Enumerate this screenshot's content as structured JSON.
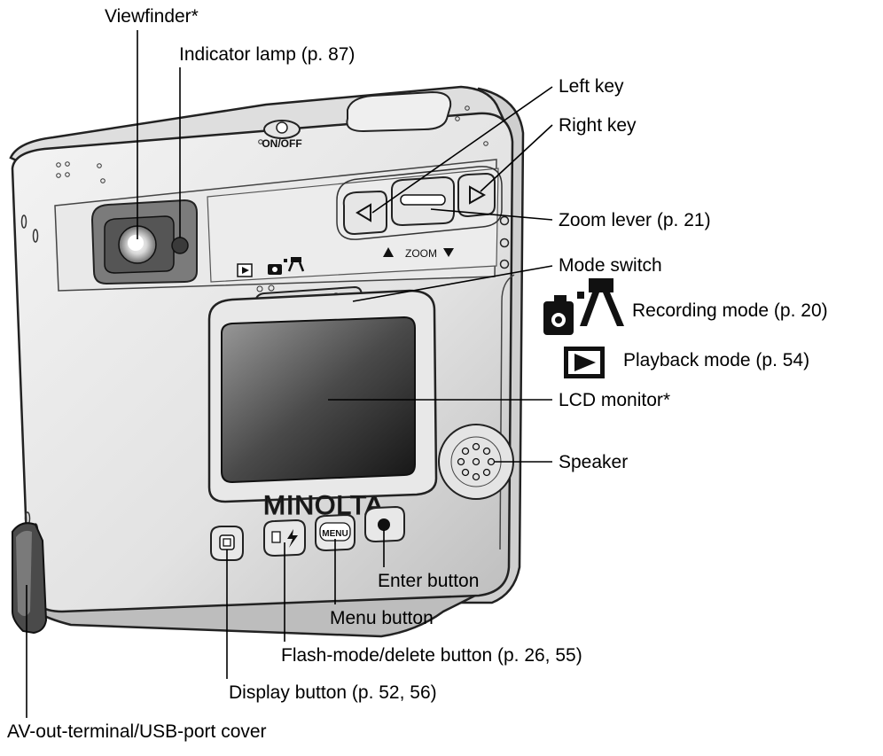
{
  "labels": {
    "viewfinder": "Viewfinder*",
    "indicator_lamp": "Indicator lamp (p. 87)",
    "left_key": "Left key",
    "right_key": "Right key",
    "zoom_lever": "Zoom lever (p. 21)",
    "mode_switch": "Mode switch",
    "recording_mode": "Recording mode (p. 20)",
    "playback_mode": "Playback mode (p. 54)",
    "lcd_monitor": "LCD monitor*",
    "speaker": "Speaker",
    "enter_button": "Enter button",
    "menu_button": "Menu button",
    "flash_delete_button": "Flash-mode/delete button (p. 26, 55)",
    "display_button": "Display button (p. 52, 56)",
    "av_out_cover": "AV-out-terminal/USB-port cover"
  },
  "camera_markings": {
    "power": "ON/OFF",
    "zoom": "ZOOM",
    "brand": "MINOLTA",
    "menu": "MENU"
  }
}
